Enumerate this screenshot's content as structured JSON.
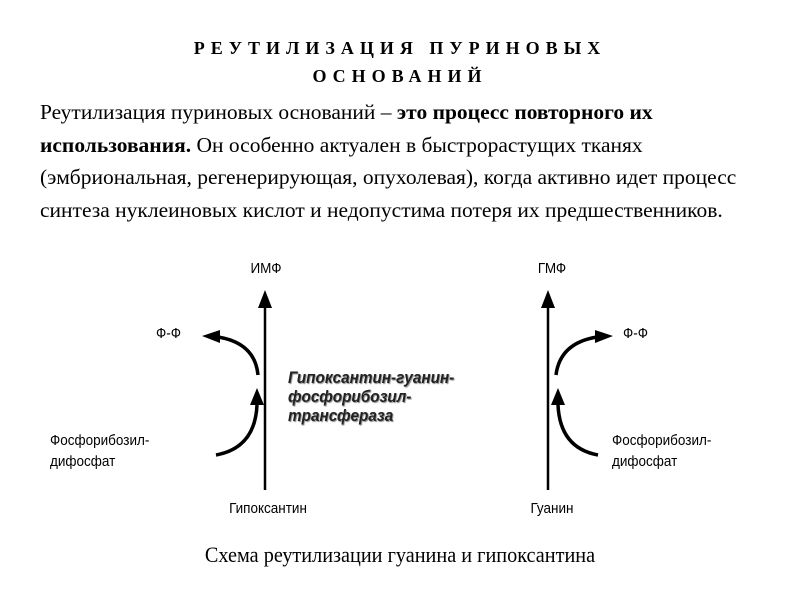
{
  "title": {
    "line1": "РЕУТИЛИЗАЦИЯ ПУРИНОВЫХ",
    "line2": "ОСНОВАНИЙ"
  },
  "paragraph": {
    "part1": "Реутилизация пуриновых оснований – ",
    "bold": "это процесс повторного их использования.",
    "part2": " Он особенно актуален в быстрорастущих тканях (эмбриональная, регенерирующая, опухолевая), когда активно идет процесс синтеза нуклеиновых кислот и недопустима потеря их предшественников."
  },
  "diagram": {
    "left": {
      "product": "ИМФ",
      "byproduct": "Ф-Ф",
      "cosubstrate_line1": "Фосфорибозил-",
      "cosubstrate_line2": "дифосфат",
      "substrate": "Гипоксантин"
    },
    "right": {
      "product": "ГМФ",
      "byproduct": "Ф-Ф",
      "cosubstrate_line1": "Фосфорибозил-",
      "cosubstrate_line2": "дифосфат",
      "substrate": "Гуанин"
    },
    "enzyme": {
      "line1": "Гипоксантин-гуанин-",
      "line2": "фосфорибозил-",
      "line3": "трансфераза"
    },
    "caption": "Схема реутилизации гуанина и гипоксантина"
  }
}
